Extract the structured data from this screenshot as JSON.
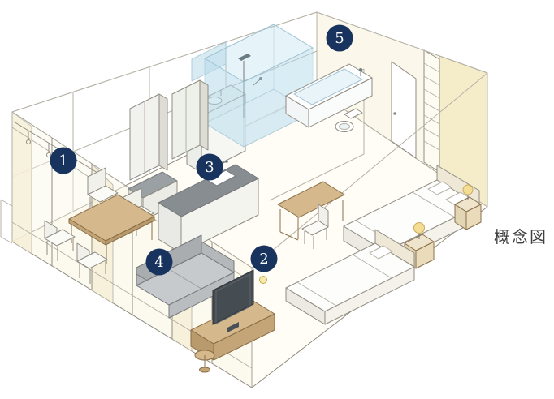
{
  "title": "概念図",
  "markers": [
    {
      "label": "1"
    },
    {
      "label": "2"
    },
    {
      "label": "3"
    },
    {
      "label": "4"
    },
    {
      "label": "5"
    }
  ],
  "colors": {
    "marker_bg": "#18335e",
    "marker_text": "#ffffff",
    "line_gray": "#8f8b82",
    "wall_cream": "#f9f4e0",
    "glass_blue": "#cfe6f0",
    "wood_tan": "#d5b98c",
    "sofa_gray": "#c6cacc",
    "lamp_yellow": "#f3dd93",
    "title_text": "#3f3f3f"
  }
}
